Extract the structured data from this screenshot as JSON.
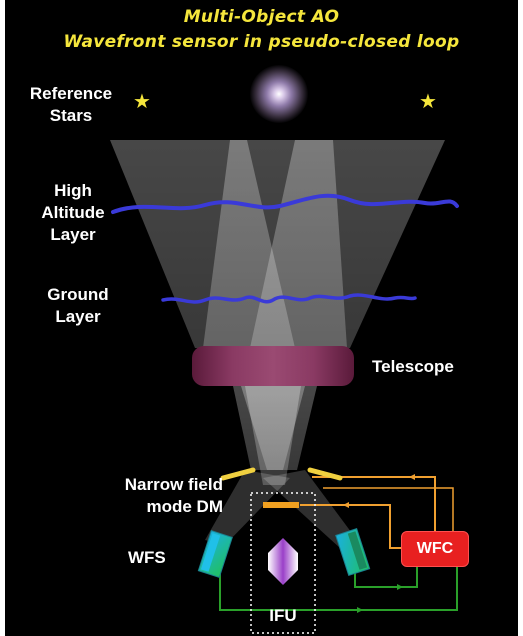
{
  "title": {
    "line1": "Multi-Object AO",
    "line2": "Wavefront sensor in pseudo-closed loop"
  },
  "labels": {
    "reference_stars_line1": "Reference",
    "reference_stars_line2": "Stars",
    "high_altitude_line1": "High",
    "high_altitude_line2": "Altitude",
    "high_altitude_line3": "Layer",
    "ground_line1": "Ground",
    "ground_line2": "Layer",
    "telescope": "Telescope",
    "narrow_field_line1": "Narrow field",
    "narrow_field_line2": "mode DM",
    "wfs": "WFS",
    "wfc": "WFC",
    "ifu": "IFU"
  },
  "icons": {
    "star_left": "star-icon",
    "star_right": "star-icon",
    "galaxy": "galaxy-icon"
  },
  "colors": {
    "title": "#f5e63c",
    "star": "#f5e63c",
    "turbulence": "#3a3ad8",
    "telescope": "#8a3a63",
    "wfc": "#e82020",
    "orange_path": "#f0a030",
    "green_path": "#2aa02a"
  }
}
